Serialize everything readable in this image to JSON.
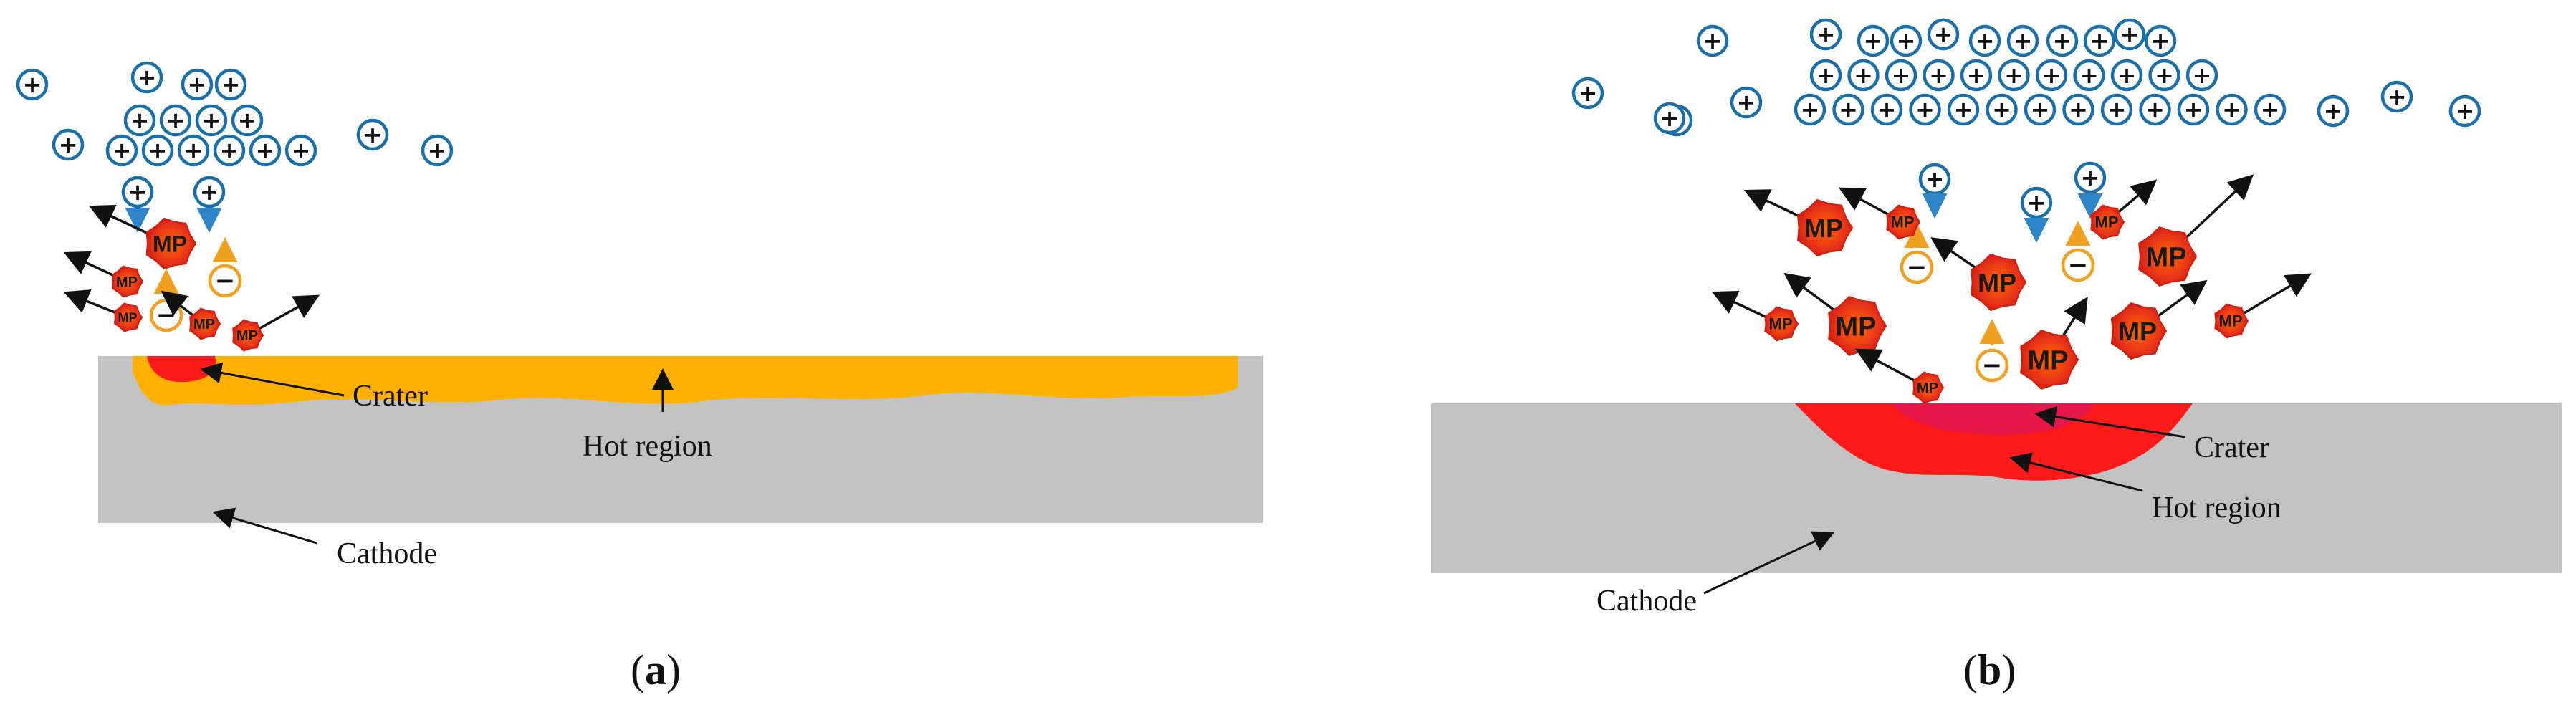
{
  "panels": [
    {
      "id": "a",
      "caption_letter": "a",
      "labels": {
        "crater": "Crater",
        "hot_region": "Hot region",
        "cathode": "Cathode"
      },
      "particle_labels": {
        "macroparticle": "MP",
        "positive_ion": "+",
        "electron": "−"
      }
    },
    {
      "id": "b",
      "caption_letter": "b",
      "labels": {
        "crater": "Crater",
        "hot_region": "Hot region",
        "cathode": "Cathode"
      },
      "particle_labels": {
        "macroparticle": "MP",
        "positive_ion": "+",
        "electron": "−"
      }
    }
  ],
  "colors": {
    "cathode": "#c2c2c2",
    "hot_region_a": "#ffb000",
    "crater": "#ff1a1a",
    "hot_region_b": "#ff1a1a",
    "crater_b": "#e8174a",
    "ion_ring": "#1a6fa8",
    "ion_arrow": "#2e86c8",
    "electron_ring": "#f0a020",
    "mp_fill": "#e8321a",
    "mp_core": "#ff5a00"
  }
}
